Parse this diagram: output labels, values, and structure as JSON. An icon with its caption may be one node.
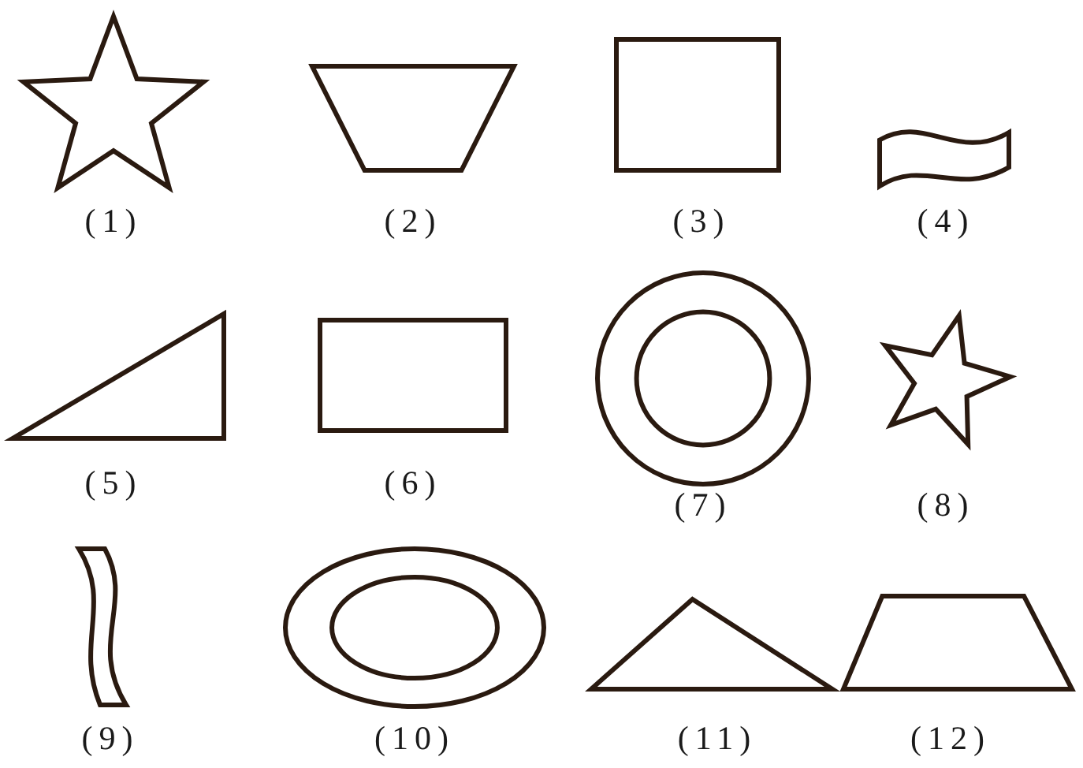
{
  "diagram": {
    "nodes": [
      {
        "text": [],
        "shape": "star",
        "beside": [
          "(1)"
        ]
      },
      {
        "text": [],
        "shape": "trapezoid",
        "beside": [
          "(2)"
        ]
      },
      {
        "text": [],
        "shape": "square",
        "beside": [
          "(3)"
        ]
      },
      {
        "text": [],
        "shape": "wave",
        "beside": [
          "(4)"
        ]
      },
      {
        "text": [],
        "shape": "triangle",
        "beside": [
          "(5)"
        ]
      },
      {
        "text": [],
        "shape": "rectangle",
        "beside": [
          "(6)"
        ]
      },
      {
        "text": [],
        "shape": "ring",
        "beside": [
          "(7)"
        ]
      },
      {
        "text": [],
        "shape": "star",
        "beside": [
          "(8)"
        ]
      },
      {
        "text": [],
        "shape": "wave",
        "beside": [
          "(9)"
        ]
      },
      {
        "text": [],
        "shape": "ring",
        "beside": [
          "(10)"
        ]
      },
      {
        "text": [],
        "shape": "triangle",
        "beside": [
          "(11)"
        ]
      },
      {
        "text": [],
        "shape": "trapezoid",
        "beside": [
          "(12)"
        ]
      }
    ]
  }
}
